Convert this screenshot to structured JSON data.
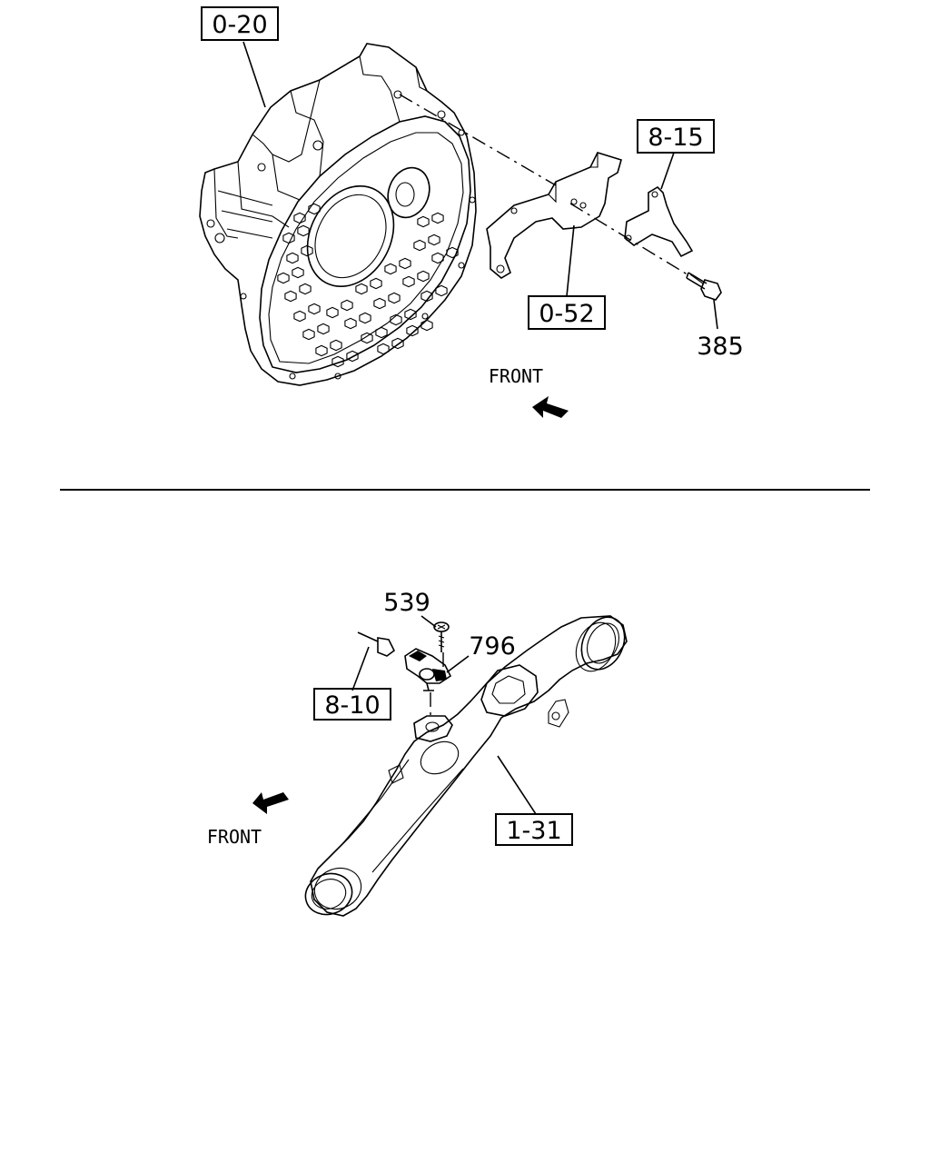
{
  "labels": {
    "bellhousing_ref": "0-20",
    "bracket_ref": "0-52",
    "clip_ref": "8-15",
    "bolt_ref": "385",
    "screw_ref": "539",
    "sensor_ref": "796",
    "harness_ref": "8-10",
    "duct_ref": "1-31"
  },
  "front_upper": "FRONT",
  "front_lower": "FRONT"
}
